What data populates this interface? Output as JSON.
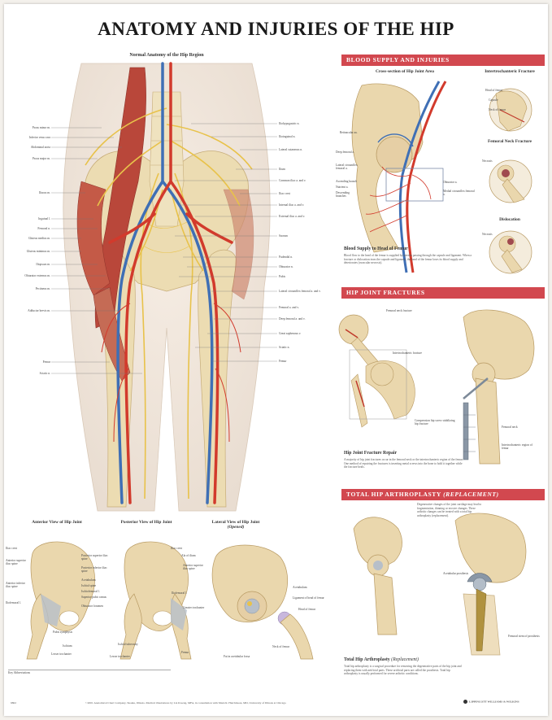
{
  "title": "ANATOMY AND INJURIES OF THE HIP",
  "subtitle": "Normal Anatomy of the Hip Region",
  "left_labels": [
    "Psoas minor m.",
    "Inferior vena cava",
    "Abdominal aorta",
    "Psoas major m.",
    "Iliacus m.",
    "Inguinal l.",
    "Femoral n.",
    "Gluteus medius m.",
    "Gluteus minimus m.",
    "Iliopsoas m.",
    "Obturator externus m.",
    "Pectineus m.",
    "Adductor brevis m.",
    "Femur",
    "Sciatic n."
  ],
  "right_labels": [
    "Iliohypogastric n.",
    "Ilioinguinal n.",
    "Lateral cutaneous n.",
    "Ilium",
    "Common iliac a. and v.",
    "Iliac crest",
    "Internal iliac a. and v.",
    "External iliac a. and v.",
    "Sacrum",
    "Pudendal n.",
    "Obturator n.",
    "Pubis",
    "Lateral circumflex femoral a. and v.",
    "Femoral a. and v.",
    "Deep femoral a. and v.",
    "Great saphenous v.",
    "Sciatic n.",
    "Femur"
  ],
  "bottom_views": {
    "anterior": "Anterior View of Hip Joint",
    "posterior": "Posterior View of Hip Joint",
    "lateral": "Lateral View of Hip Joint",
    "lateral_note": "(Opened)"
  },
  "anterior_labels": [
    "Iliac crest",
    "Anterior superior iliac spine",
    "Anterior inferior iliac spine",
    "Iliofemoral l.",
    "Pubis symphysis",
    "Ischium",
    "Lesser trochanter"
  ],
  "posterior_labels": [
    "Iliac crest",
    "Posterior superior iliac spine",
    "Posterior inferior iliac spine",
    "Acetabulum",
    "Ischial spine",
    "Ischiofemoral l.",
    "Superior pubic ramus",
    "Obturator foramen",
    "Ischial tuberosity",
    "Lesser trochanter",
    "Ala of ilium",
    "Anterior superior iliac spine",
    "Iliofemoral l.",
    "Greater trochanter",
    "Femur"
  ],
  "lateral_labels": [
    "Acetabulum",
    "Ligament of head of femur",
    "Head of femur",
    "Neck of femur",
    "Fat in acetabular fossa"
  ],
  "key_text": "Key Abbreviations",
  "blood": {
    "band": "BLOOD SUPPLY AND INJURIES",
    "cross_caption": "Cross-section of Hip Joint Area",
    "intertroch_caption": "Intertrochanteric Fracture",
    "neck_caption": "Femoral Neck Fracture",
    "disloc_caption": "Dislocation",
    "labels": [
      "Retinacular aa.",
      "Deep femoral a.",
      "Lateral circumflex femoral a.",
      "Ascending branch",
      "Nutrient a.",
      "Descending branches",
      "Obturator a.",
      "Medial circumflex femoral a.",
      "Head of femur",
      "Capsule",
      "Neck of femur",
      "Necrosis",
      "Necrosis"
    ],
    "supply_title": "Blood Supply to Head of Femur",
    "supply_text": "Blood flow to the head of the femur is supplied by arteries passing through the capsule and ligament. When a fracture or dislocation tears the capsule and ligament, the head of the femur loses its blood supply and deteriorates (avascular necrosis)."
  },
  "fractures": {
    "band": "HIP JOINT FRACTURES",
    "labels": [
      "Femoral neck fracture",
      "Intertrochanteric fracture",
      "Compression hip screw stabilizing hip fracture",
      "Femoral neck",
      "Intertrochanteric region of femur"
    ],
    "repair_title": "Hip Joint Fracture Repair",
    "repair_text": "A majority of hip joint fractures occur in the femoral neck or the intertrochanteric region of the femur. One method of repairing the fractures is inserting metal screws into the bone to hold it together while the fracture heals."
  },
  "arthroplasty": {
    "band_main": "TOTAL HIP ARTHROPLASTY",
    "band_sub": "(REPLACEMENT)",
    "intro_text": "Degenerative changes of the joint cartilage may lead to fragmentation, thinning or erosive changes. These arthritic changes can be treated with a total hip arthroplasty (replacement).",
    "labels": [
      "Acetabular prosthesis",
      "Femoral stem of prosthesis"
    ],
    "thr_title": "Total Hip Arthroplasty",
    "thr_title_sub": "(Replacement)",
    "thr_text": "Total hip arthroplasty is a surgical procedure for removing the degenerative parts of the hip joint and replacing them with artificial parts. These artificial parts are called the prosthesis. Total hip arthroplasty is usually performed for severe arthritic conditions."
  },
  "footer": {
    "code": "9802",
    "copyright": "©2001 Anatomical Chart Company, Skokie, Illinois. Medical illustrations by Liz Kweng, MFA, in consultation with Mark R. Hutchinson, MD, University of Illinois at Chicago",
    "publisher": "LIPPINCOTT WILLIAMS & WILKINS"
  },
  "colors": {
    "band": "#d2484f",
    "bone": "#ead7ad",
    "artery": "#d23a2c",
    "vein": "#3f6fb5",
    "nerve": "#e8c24a",
    "muscle": "#b9473a"
  }
}
